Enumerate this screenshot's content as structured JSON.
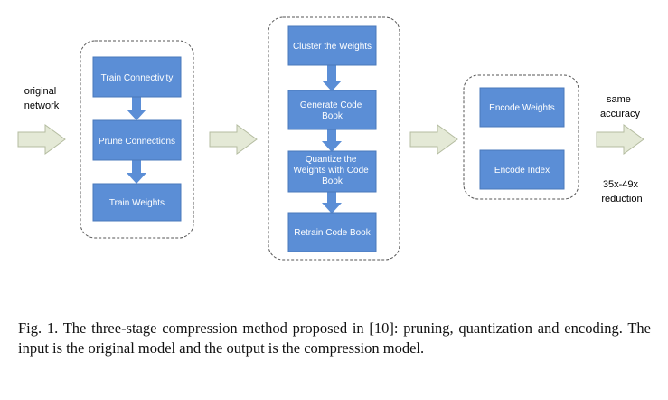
{
  "diagram": {
    "input_label": [
      "original",
      "network"
    ],
    "output_label_top": [
      "same",
      "accuracy"
    ],
    "output_label_bottom": [
      "35x-49x",
      "reduction"
    ],
    "stages": [
      {
        "boxes": [
          {
            "lines": [
              "Train Connectivity"
            ]
          },
          {
            "lines": [
              "Prune Connections"
            ]
          },
          {
            "lines": [
              "Train Weights"
            ]
          }
        ]
      },
      {
        "boxes": [
          {
            "lines": [
              "Cluster the Weights"
            ]
          },
          {
            "lines": [
              "Generate Code",
              "Book"
            ]
          },
          {
            "lines": [
              "Quantize the",
              "Weights with Code",
              "Book"
            ]
          },
          {
            "lines": [
              "Retrain Code Book"
            ]
          }
        ]
      },
      {
        "boxes": [
          {
            "lines": [
              "Encode Weights"
            ]
          },
          {
            "lines": [
              "Encode Index"
            ]
          }
        ]
      }
    ],
    "colors": {
      "box_fill": "#5b8ed6",
      "box_border": "#4a78bb",
      "arrow_fill": "#5b8ed6",
      "big_arrow_fill": "#e4e9d6",
      "big_arrow_border": "#b4bca0",
      "panel_border": "#555555"
    }
  },
  "caption": "Fig. 1.   The three-stage compression method proposed in [10]: pruning, quantization and encoding. The input is the original model and the output is the compression model."
}
